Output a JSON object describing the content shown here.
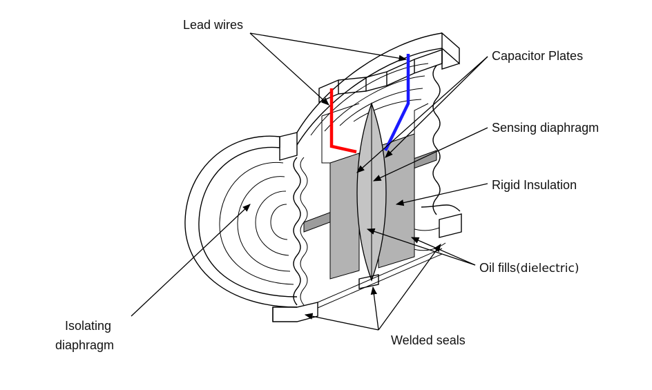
{
  "labels": {
    "lead_wires": "Lead wires",
    "capacitor_plates": "Capacitor Plates",
    "sensing_diaphragm": "Sensing diaphragm",
    "rigid_insulation": "Rigid Insulation",
    "oil_fills_main": "Oil fills",
    "oil_fills_paren": "(dielectric)",
    "isolating_line1": "Isolating",
    "isolating_line2": "diaphragm",
    "welded_seals": "Welded seals"
  },
  "colors": {
    "lead_wire_left": "#ff0000",
    "lead_wire_right": "#1a1aff",
    "insulation_fill": "#b3b3b3",
    "tube_fill": "#9c9c9c"
  }
}
